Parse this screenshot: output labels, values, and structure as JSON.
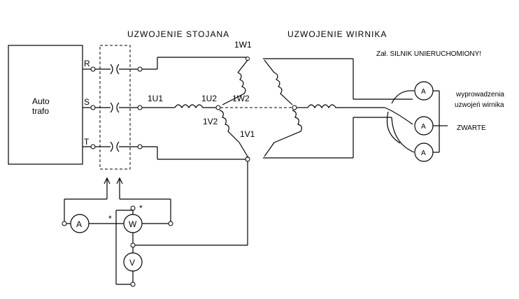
{
  "labels": {
    "stator_title": "UZWOJENIE STOJANA",
    "rotor_title": "UZWOJENIE WIRNIKA",
    "note": "Zał. SILNIK UNIERUCHOMIONY!",
    "autotrafo_line1": "Auto",
    "autotrafo_line2": "trafo",
    "phase_r": "R",
    "phase_s": "S",
    "phase_t": "T",
    "t_1u1": "1U1",
    "t_1u2": "1U2",
    "t_1w1": "1W1",
    "t_1w2": "1W2",
    "t_1v1": "1V1",
    "t_1v2": "1V2",
    "rotor_leads_1": "wyprowadzenia",
    "rotor_leads_2": "uzwojeń wirnika",
    "shorted": "ZWARTE",
    "meter_a": "A",
    "meter_w": "W",
    "meter_v": "V",
    "rotor_meter": "A",
    "star": "*"
  }
}
